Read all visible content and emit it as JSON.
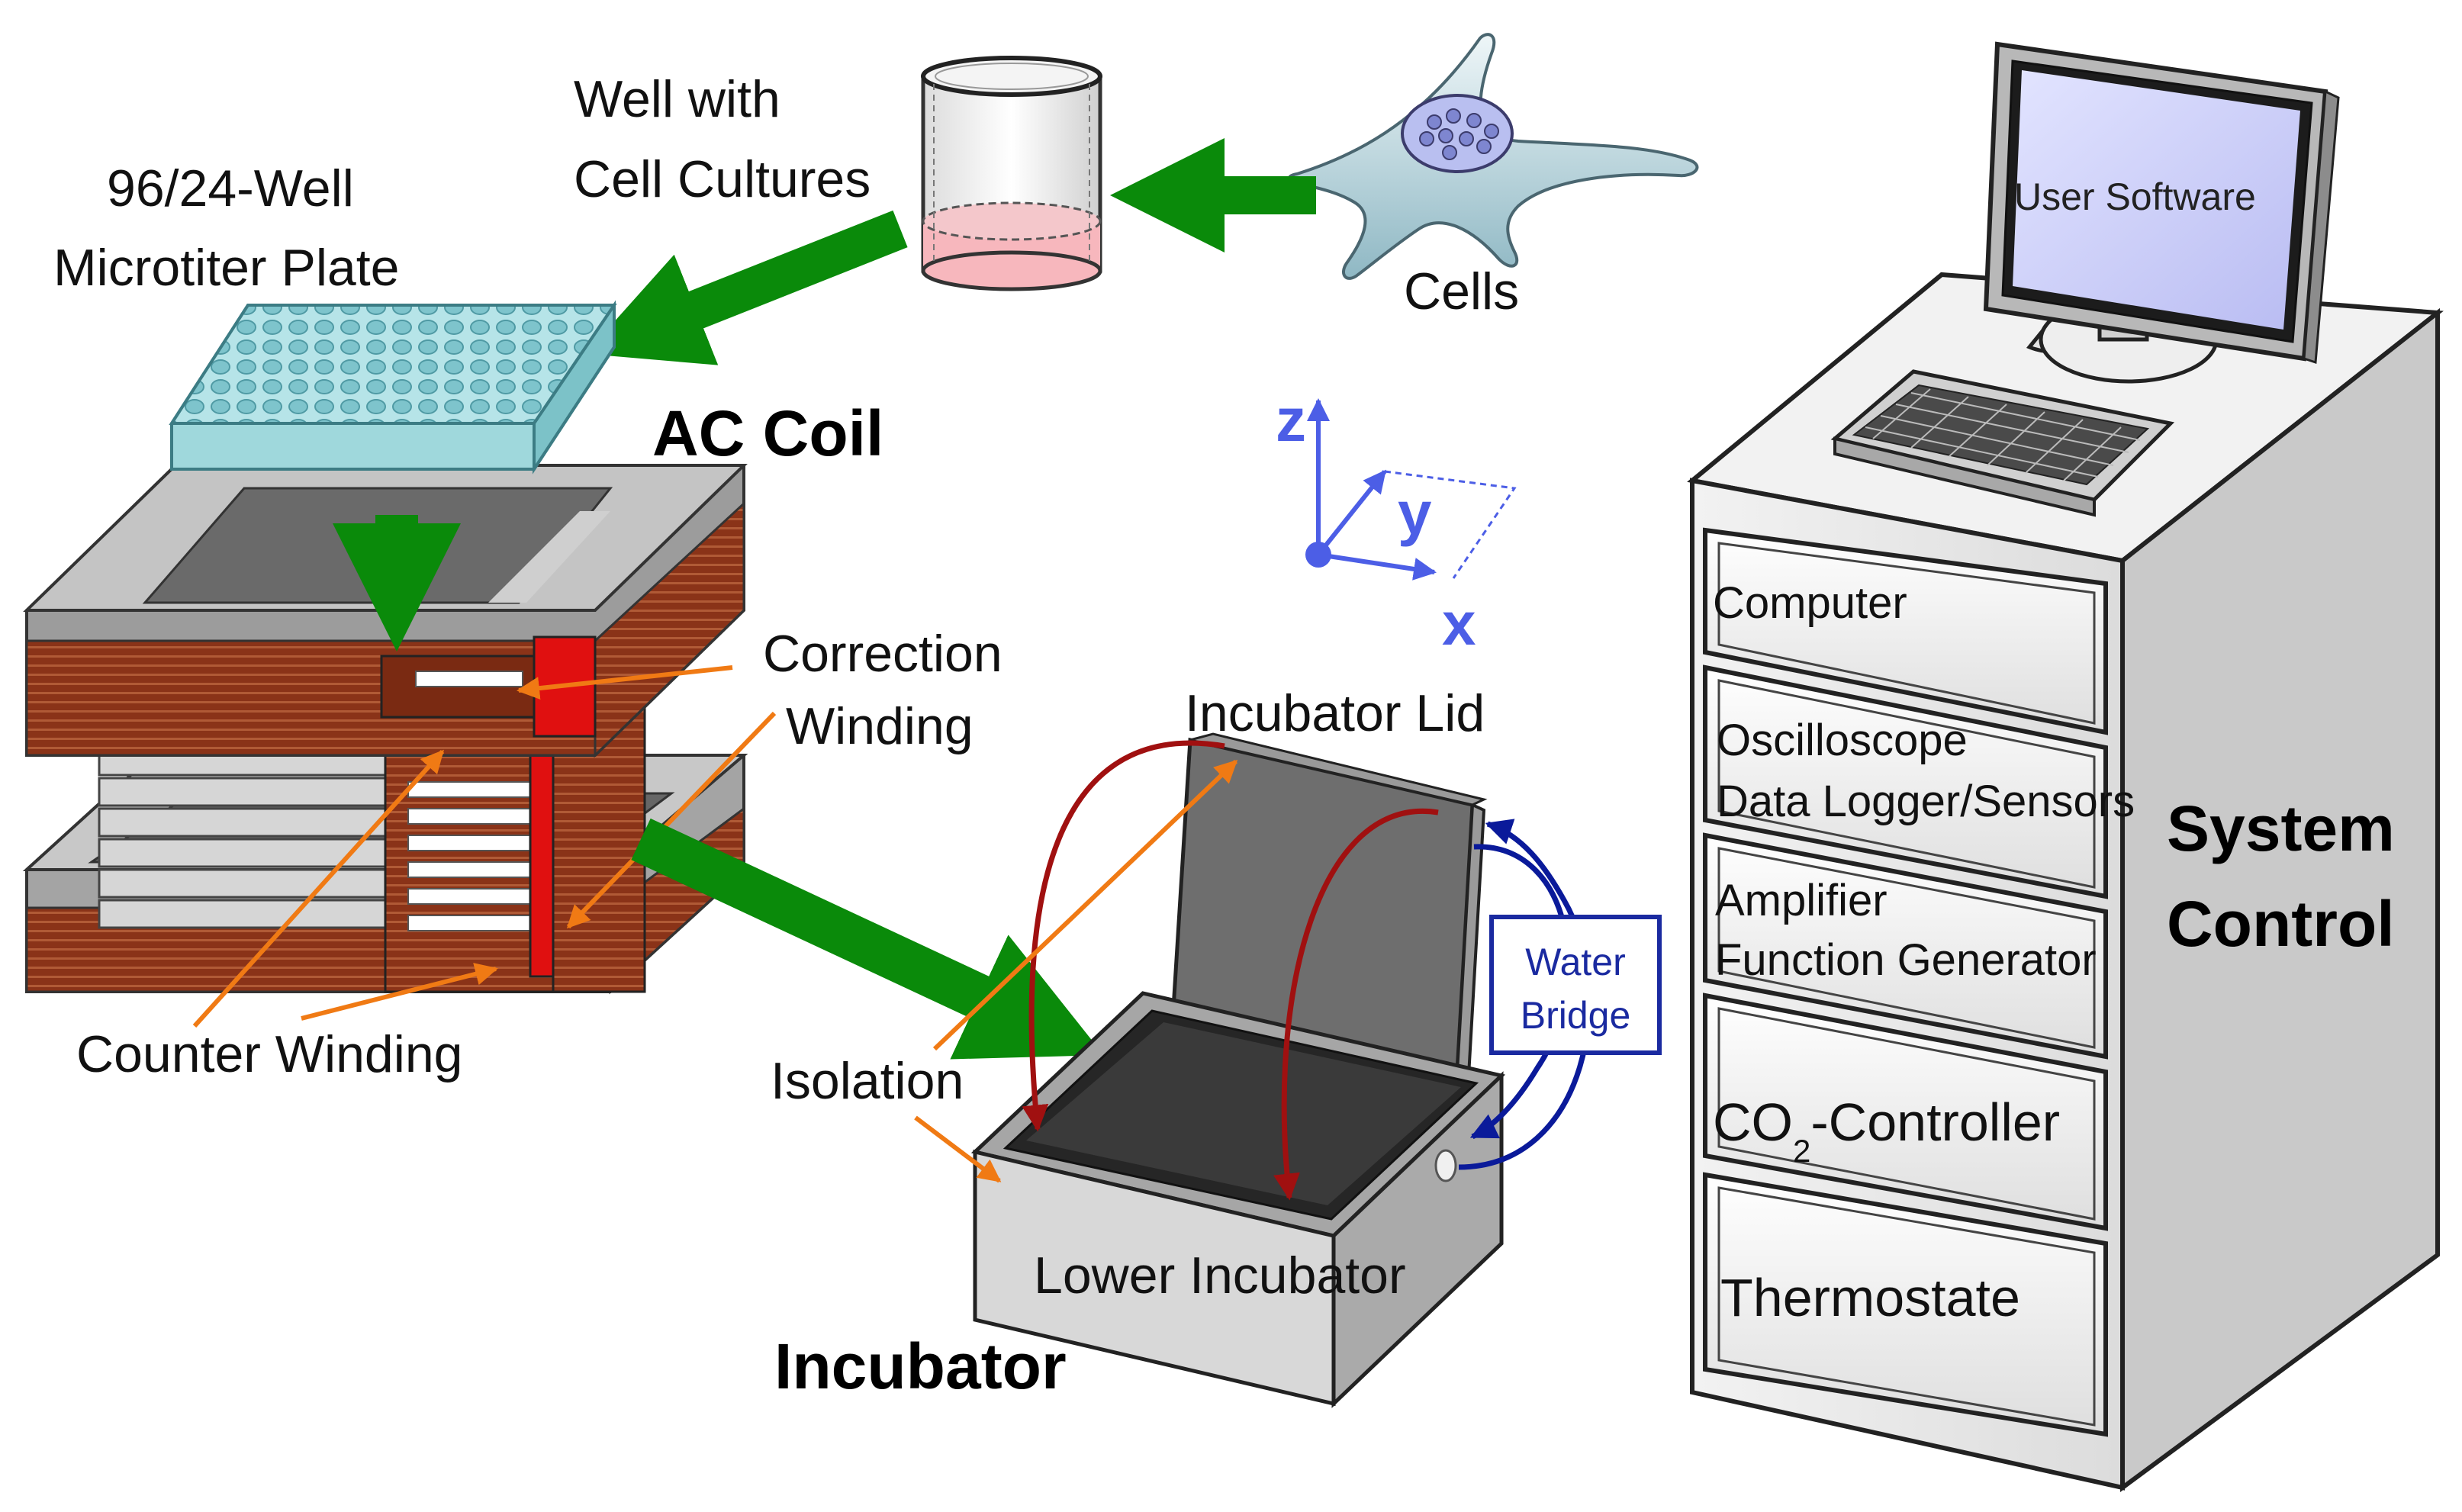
{
  "labels": {
    "well_plate_line1": "96/24-Well",
    "well_plate_line2": "Microtiter Plate",
    "well_line1": "Well with",
    "well_line2": "Cell Cultures",
    "cells": "Cells",
    "ac_coil": "AC Coil",
    "correction_line1": "Correction",
    "correction_line2": "Winding",
    "counter_winding": "Counter Winding",
    "incubator_lid": "Incubator Lid",
    "isolation": "Isolation",
    "lower_incubator": "Lower Incubator",
    "incubator": "Incubator",
    "water_bridge_line1": "Water",
    "water_bridge_line2": "Bridge",
    "axis_x": "x",
    "axis_y": "y",
    "axis_z": "z"
  },
  "system_control": {
    "title_line1": "System",
    "title_line2": "Control",
    "screen": "User Software",
    "drawers": {
      "computer": "Computer",
      "oscilloscope_line1": "Oscilloscope",
      "oscilloscope_line2": "Data Logger/Sensors",
      "amplifier_line1": "Amplifier",
      "amplifier_line2": "Function Generator",
      "co2_prefix": "CO",
      "co2_sub": "2",
      "co2_suffix": "-Controller",
      "thermostate": "Thermostate"
    }
  },
  "colors": {
    "flow_arrow": "#0a8a0a",
    "pointer_arrow": "#f07a14",
    "heat_arrow": "#a01010",
    "water_arrow": "#0a1a9a",
    "axis": "#4c5ee6",
    "coil_copper": "#8a3318"
  }
}
